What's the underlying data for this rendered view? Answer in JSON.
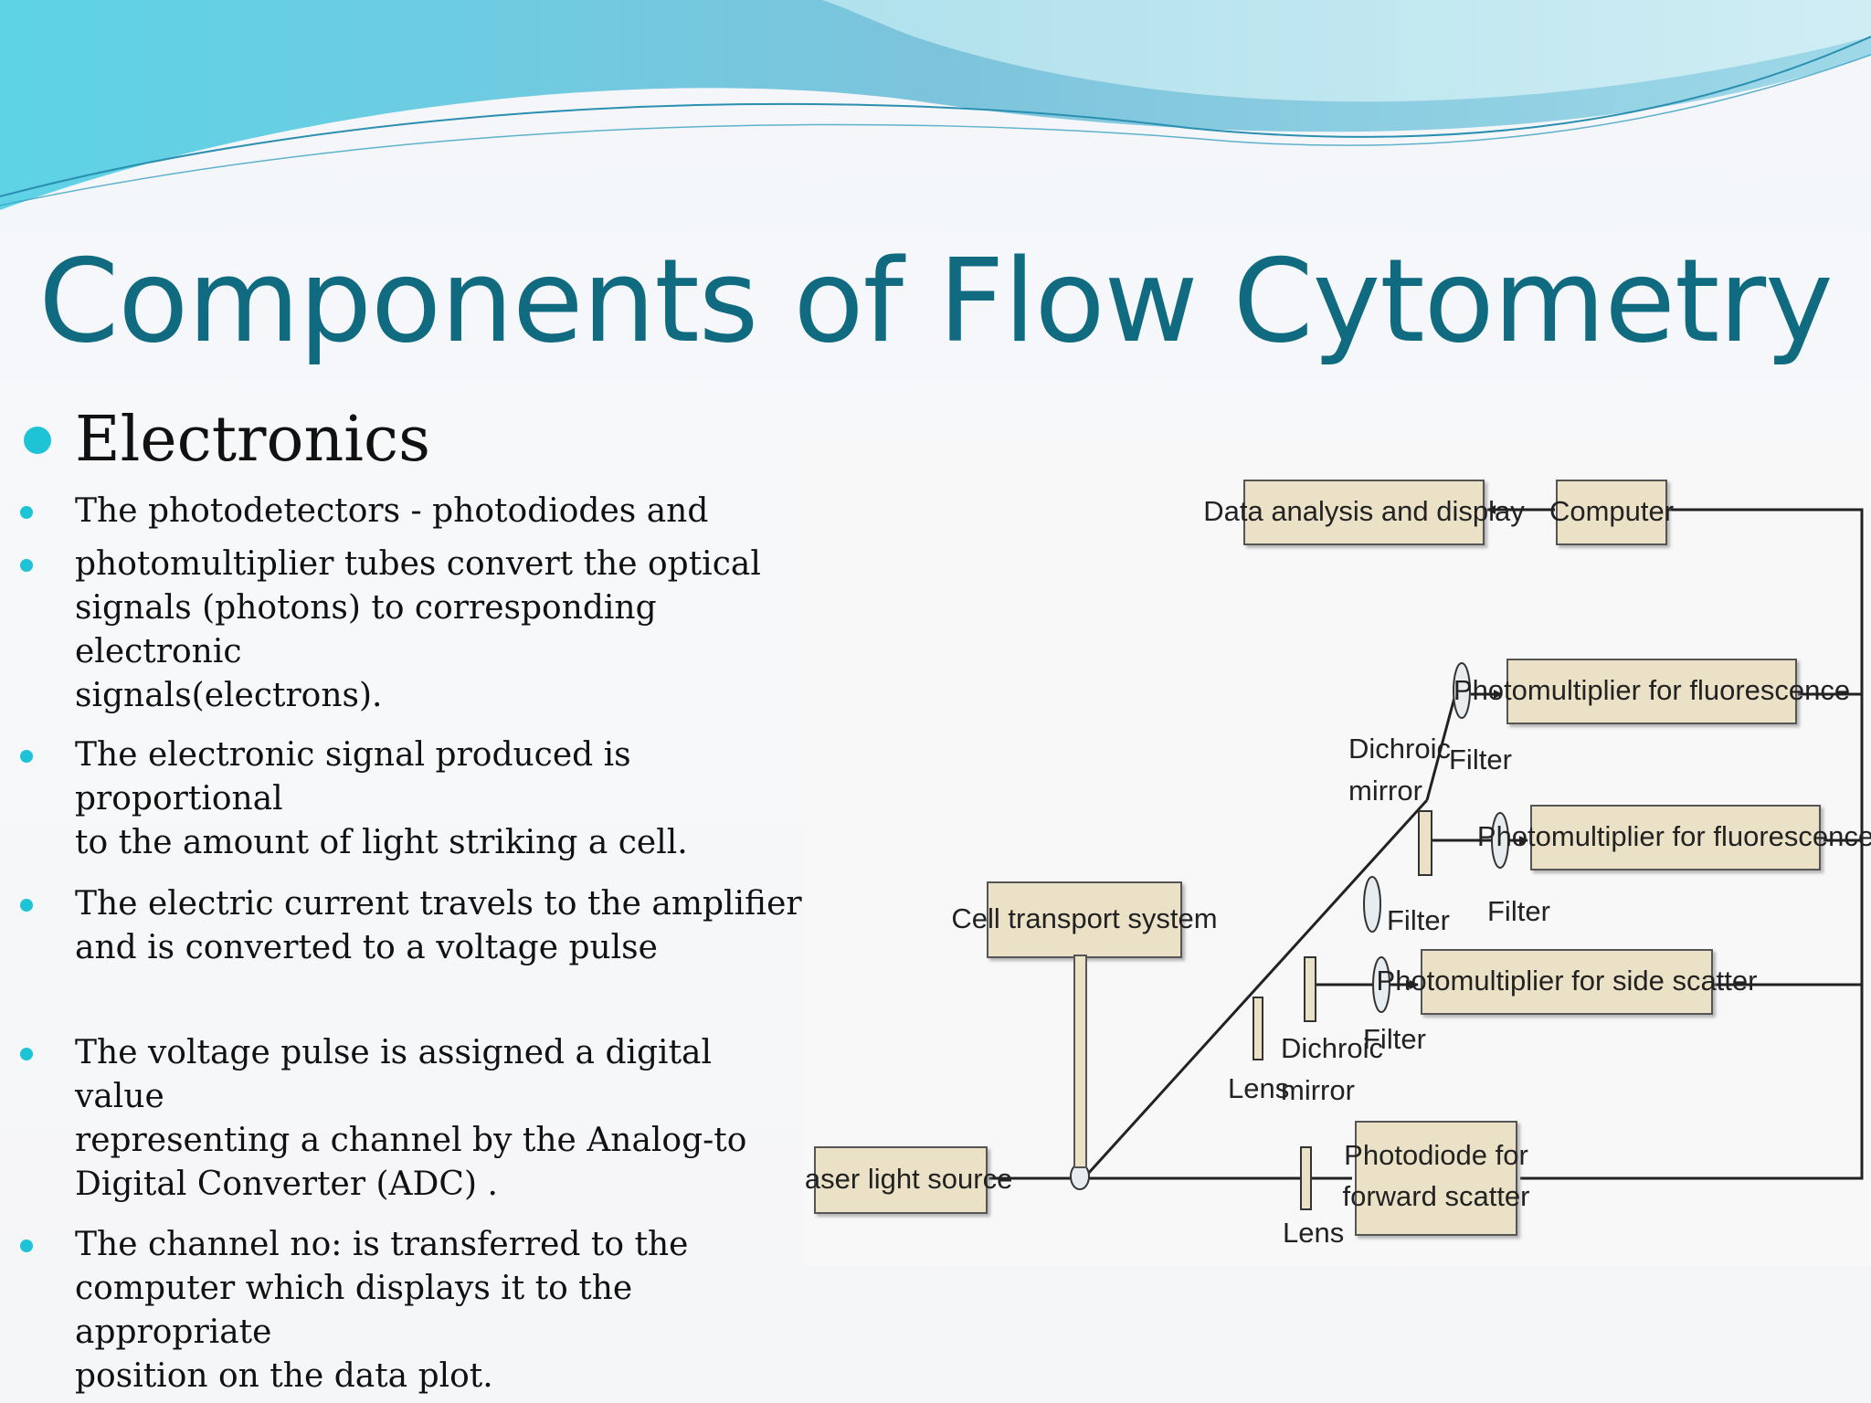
{
  "title": "Components of Flow Cytometry",
  "heading": "Electronics",
  "items": [
    "The photodetectors  - photodiodes and",
    "photomultiplier tubes convert the optical\nsignals (photons) to corresponding electronic\nsignals(electrons).",
    "The electronic signal produced is proportional\nto the amount of light striking a cell.",
    "The electric current travels to the amplifier\nand is converted to a voltage pulse",
    "The voltage pulse is assigned a digital value\nrepresenting a channel by the Analog-to\nDigital Converter (ADC) .",
    "The channel no:  is transferred to the\ncomputer which displays it to the appropriate\nposition on the data plot."
  ],
  "diagram": {
    "boxes": {
      "data_analysis": "Data analysis and display",
      "computer": "Computer",
      "pm_fluor_1": "Photomultiplier for fluorescence",
      "pm_fluor_2": "Photomultiplier for fluorescence",
      "pm_side": "Photomultiplier for side scatter",
      "cell_transport": "Cell transport system",
      "laser": "Laser light source",
      "photodiode_line1": "Photodiode for",
      "photodiode_line2": "forward scatter"
    },
    "labels": {
      "dichroic_top_1": "Dichroic",
      "dichroic_top_2": "mirror",
      "filter_top": "Filter",
      "filter_mid_left": "Filter",
      "filter_mid_right": "Filter",
      "dichroic_low_1": "Dichroic",
      "dichroic_low_2": "mirror",
      "filter_low": "Filter",
      "lens_1": "Lens",
      "lens_2": "Lens"
    }
  },
  "colors": {
    "title": "#106b80",
    "bullet": "#1fc3d6",
    "box_fill": "#ebe1c6",
    "line": "#222222"
  }
}
